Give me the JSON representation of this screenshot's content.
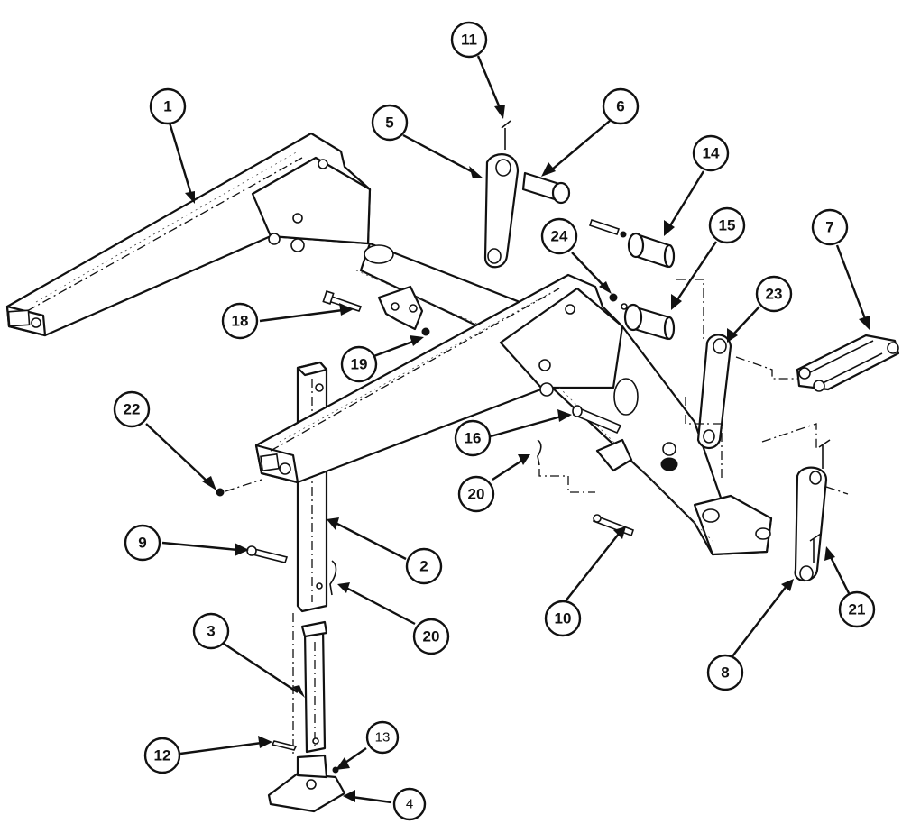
{
  "callouts": [
    {
      "id": "c1",
      "label": "1"
    },
    {
      "id": "c2",
      "label": "2"
    },
    {
      "id": "c3",
      "label": "3"
    },
    {
      "id": "c4",
      "label": "4"
    },
    {
      "id": "c5",
      "label": "5"
    },
    {
      "id": "c6",
      "label": "6"
    },
    {
      "id": "c7",
      "label": "7"
    },
    {
      "id": "c8",
      "label": "8"
    },
    {
      "id": "c9",
      "label": "9"
    },
    {
      "id": "c10",
      "label": "10"
    },
    {
      "id": "c11",
      "label": "11"
    },
    {
      "id": "c12",
      "label": "12"
    },
    {
      "id": "c13",
      "label": "13"
    },
    {
      "id": "c14",
      "label": "14"
    },
    {
      "id": "c15",
      "label": "15"
    },
    {
      "id": "c16",
      "label": "16"
    },
    {
      "id": "c18",
      "label": "18"
    },
    {
      "id": "c19",
      "label": "19"
    },
    {
      "id": "c20a",
      "label": "20"
    },
    {
      "id": "c20b",
      "label": "20"
    },
    {
      "id": "c21",
      "label": "21"
    },
    {
      "id": "c22",
      "label": "22"
    },
    {
      "id": "c23",
      "label": "23"
    },
    {
      "id": "c24",
      "label": "24"
    }
  ]
}
